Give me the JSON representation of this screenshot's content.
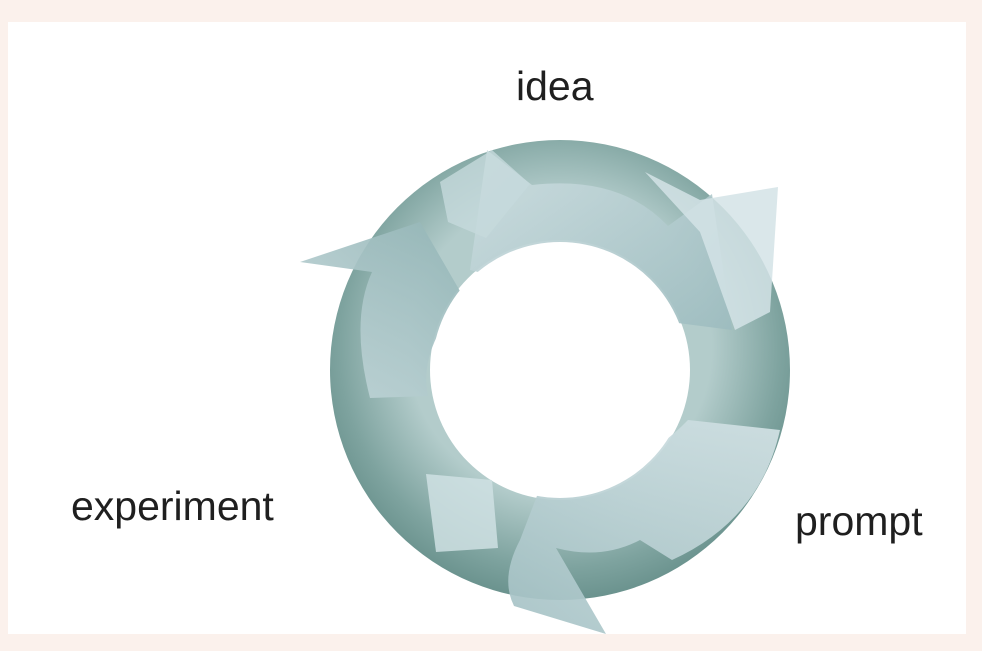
{
  "diagram": {
    "labels": {
      "idea": "idea",
      "experiment": "experiment",
      "prompt": "prompt"
    },
    "colors": {
      "background": "#fbf1ec",
      "ring_dark": "#5d8782",
      "ring_light": "#b3cccb",
      "arrow_light": "#c8dadd",
      "arrow_dark": "#8fb2b3",
      "text": "#1f1f1f"
    },
    "arrows": [
      "arrow-top-right",
      "arrow-bottom-left",
      "arrow-top-left"
    ]
  }
}
